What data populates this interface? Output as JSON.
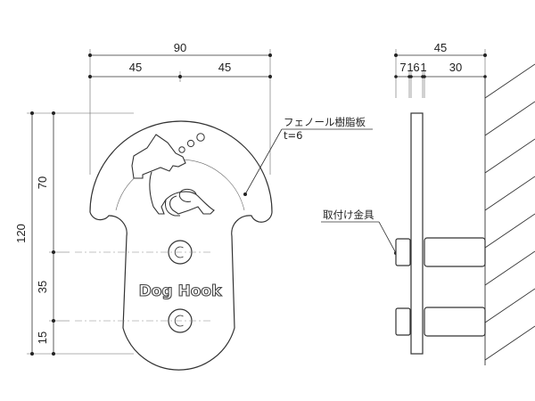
{
  "front_view": {
    "width_total": "90",
    "width_left": "45",
    "width_right": "45",
    "height_total": "120",
    "height_upper": "70",
    "height_mid": "35",
    "height_lower": "15",
    "product_label": "Dog Hook"
  },
  "side_view": {
    "depth_total": "45",
    "depth_a": "7",
    "depth_b": "1",
    "depth_c": "6",
    "depth_d": "1",
    "depth_e": "30"
  },
  "notes": {
    "material": "フェノール樹脂板",
    "thickness": "t=6",
    "fitting": "取付け金具"
  }
}
